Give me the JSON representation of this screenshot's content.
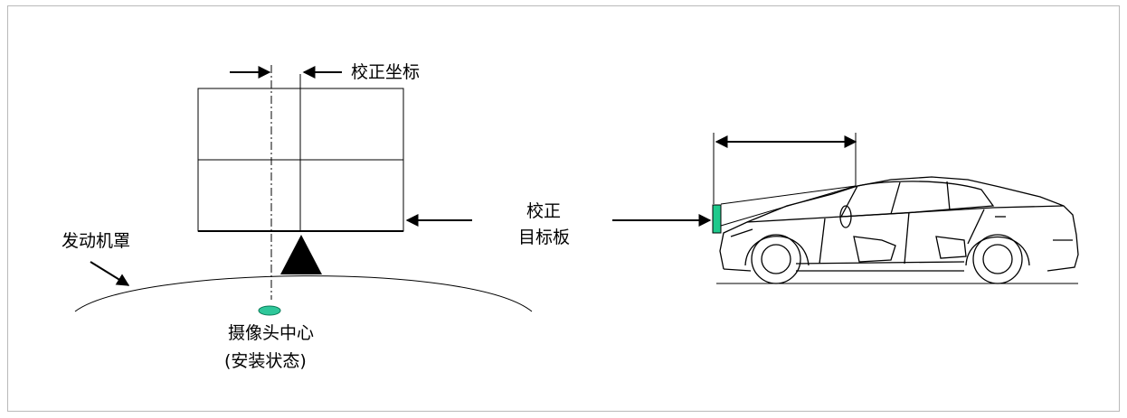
{
  "labels": {
    "calibration_coordinate": "校正坐标",
    "hood": "发动机罩",
    "target_board_line1": "校正",
    "target_board_line2": "目标板",
    "camera_center_line1": "摄像头中心",
    "camera_center_line2": "(安装状态)"
  },
  "colors": {
    "line": "#000000",
    "frame_border": "#b9b9b9",
    "target_green": "#1fc98c",
    "camera_marker": "#2fc79a"
  }
}
